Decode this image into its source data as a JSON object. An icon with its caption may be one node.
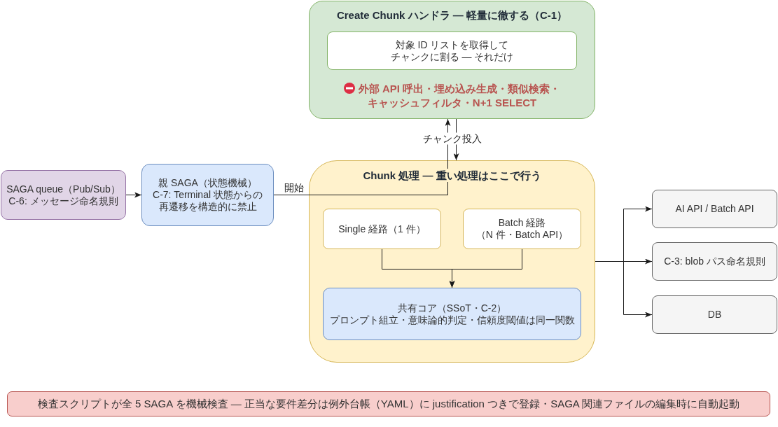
{
  "diagram": {
    "nodes": [
      {
        "text": [
          "Create Chunk ハンドラ — 軽量に徹する（C-1）",
          "外部 API 呼出・埋め込み生成・類似検索・キャッシュフィルタ・N+1 SELECT"
        ]
      },
      {
        "text": [
          "対象 ID リストを取得してチャンクに割る — それだけ"
        ],
        "in": 0
      },
      {
        "text": [
          "SAGA queue（Pub/Sub）",
          "C-6: メッセージ命名規則"
        ]
      },
      {
        "text": [
          "親 SAGA（状態機械）",
          "C-7: Terminal 状態からの再遷移を構造的に禁止"
        ]
      },
      {
        "text": [
          "Chunk 処理 — 重い処理はここで行う"
        ]
      },
      {
        "text": [
          "Single 経路（1 件）"
        ],
        "in": 4
      },
      {
        "text": [
          "Batch 経路",
          "（N 件・Batch API）"
        ],
        "in": 4
      },
      {
        "text": [
          "共有コア（SSoT・C-2）",
          "プロンプト組立・意味論的判定・信頼度閾値は同一関数"
        ],
        "in": 4
      },
      {
        "text": [
          "AI API / Batch API"
        ]
      },
      {
        "text": [
          "C-3: blob パス命名規則"
        ]
      },
      {
        "text": [
          "DB"
        ]
      },
      {
        "text": [
          "検査スクリプトが全 5 SAGA を機械検査 — 正当な要件差分は例外台帳（YAML）に justification つきで登録・SAGA 関連ファイルの編集時に自動起動"
        ]
      }
    ],
    "edges": [
      {
        "from": 2,
        "to": 3,
        "arrow": "to"
      },
      {
        "from": 3,
        "to": 0,
        "arrow": "to",
        "label": "開始"
      },
      {
        "from": 0,
        "to": 4,
        "arrow": "to",
        "label": "チャンク投入"
      },
      {
        "from": 5,
        "to": 7,
        "arrow": "to"
      },
      {
        "from": 6,
        "to": 7,
        "arrow": "to"
      },
      {
        "from": 4,
        "to": 8,
        "arrow": "to"
      },
      {
        "from": 4,
        "to": 9,
        "arrow": "to"
      },
      {
        "from": 4,
        "to": 10,
        "arrow": "to"
      }
    ]
  }
}
